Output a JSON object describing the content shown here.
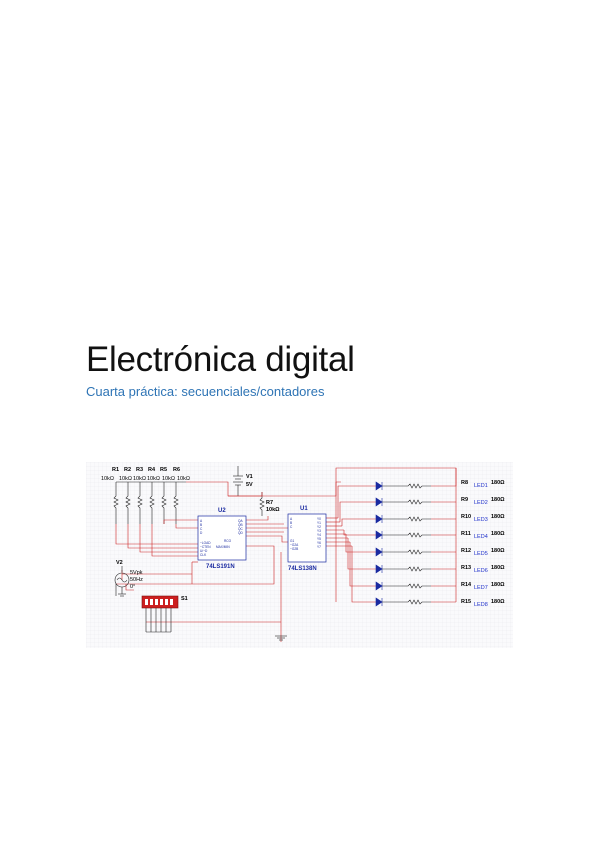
{
  "document": {
    "title": "Electrónica digital",
    "subtitle": "Cuarta práctica: secuenciales/contadores"
  },
  "schematic": {
    "resistor_labels": [
      "R1",
      "R2",
      "R3",
      "R4",
      "R5",
      "R6"
    ],
    "resistor_values": [
      "10kΩ",
      "10kΩ",
      "10kΩ",
      "10kΩ",
      "10kΩ",
      "10kΩ"
    ],
    "v1_label": "V1",
    "v1_value": "5V",
    "r7_label": "R7",
    "r7_value": "10kΩ",
    "u2_label": "U2",
    "u2_part": "74LS191N",
    "u1_label": "U1",
    "u1_part": "74LS138N",
    "v2_label": "V2",
    "v2_values": [
      "5Vpk",
      "50Hz",
      "0°"
    ],
    "s1_label": "S1",
    "led_rows": [
      {
        "r": "R8",
        "led": "LED1",
        "val": "180Ω"
      },
      {
        "r": "R9",
        "led": "LED2",
        "val": "180Ω"
      },
      {
        "r": "R10",
        "led": "LED3",
        "val": "180Ω"
      },
      {
        "r": "R11",
        "led": "LED4",
        "val": "180Ω"
      },
      {
        "r": "R12",
        "led": "LED5",
        "val": "180Ω"
      },
      {
        "r": "R13",
        "led": "LED6",
        "val": "180Ω"
      },
      {
        "r": "R14",
        "led": "LED7",
        "val": "180Ω"
      },
      {
        "r": "R15",
        "led": "LED8",
        "val": "180Ω"
      }
    ],
    "colors": {
      "wire": "#cc2222",
      "component": "#222222",
      "chip": "#1a2aa0",
      "grid": "#e4e4ec",
      "switch": "#dd2222"
    }
  }
}
